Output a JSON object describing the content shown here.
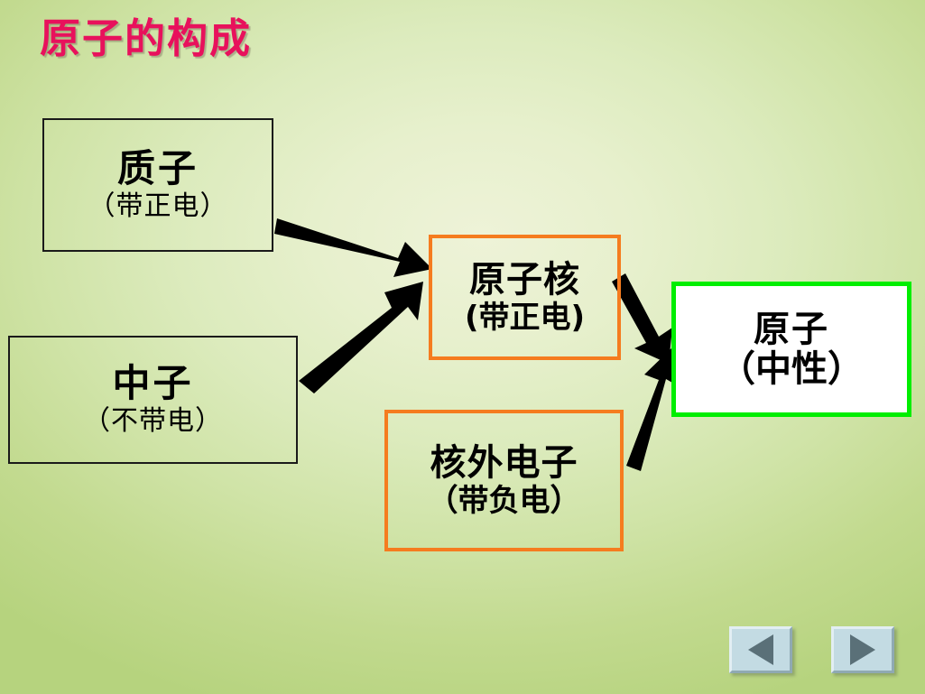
{
  "slide": {
    "title": "原子的构成",
    "title_color": "#E8115C",
    "background_color": "#C4DC8C"
  },
  "nodes": [
    {
      "id": "proton",
      "name": "质子",
      "charge": "（带正电）",
      "border_color": "#1A1A1A",
      "fill": "transparent"
    },
    {
      "id": "neutron",
      "name": "中子",
      "charge": "（不带电）",
      "border_color": "#1A1A1A",
      "fill": "transparent"
    },
    {
      "id": "nucleus",
      "name": "原子核",
      "charge": "(带正电)",
      "border_color": "#F57C1F",
      "fill": "transparent"
    },
    {
      "id": "electron",
      "name": "核外电子",
      "charge": "（带负电）",
      "border_color": "#F57C1F",
      "fill": "transparent"
    },
    {
      "id": "atom",
      "name": "原子",
      "charge": "（中性）",
      "border_color": "#00EE00",
      "fill": "#FFFFFF"
    }
  ],
  "arrows": [
    {
      "id": "proton-to-nucleus",
      "from": "质子",
      "to": "原子核",
      "color": "#000000"
    },
    {
      "id": "neutron-to-nucleus",
      "from": "中子",
      "to": "原子核",
      "color": "#000000"
    },
    {
      "id": "nucleus-to-atom",
      "from": "原子核",
      "to": "原子",
      "color": "#000000"
    },
    {
      "id": "electron-to-atom",
      "from": "核外电子",
      "to": "原子",
      "color": "#000000"
    }
  ],
  "nav": {
    "prev_label": "◀",
    "next_label": "▶",
    "prev_icon": "triangle-left-icon",
    "next_icon": "triangle-right-icon",
    "button_color": "#C3DBE3",
    "glyph_color": "#5A7078"
  }
}
